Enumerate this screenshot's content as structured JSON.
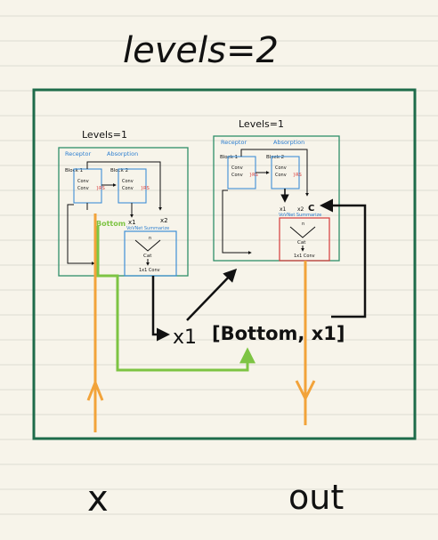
{
  "title": "levels=2",
  "outer_frame_color": "#1e6b4a",
  "paper_line_color": "#dcdbd3",
  "left_module": {
    "label": "Levels=1",
    "recept_label": "Receptor",
    "absorb_label": "Absorption",
    "block1": {
      "title": "Block 1",
      "lines": [
        "Conv",
        "Conv"
      ],
      "marker": "}RS"
    },
    "block2": {
      "title": "Block 2",
      "lines": [
        "Conv",
        "Conv"
      ],
      "marker": "}RS"
    },
    "bottom_label": "Bottom",
    "x1_label": "x1",
    "x2_label": "x2",
    "vsum_label": "VoVNet Summarize",
    "vsum_sub": "n",
    "cat_label": "Cat",
    "conv_label": "1x1 Conv"
  },
  "right_module": {
    "label": "Levels=1",
    "recept_label": "Receptor",
    "absorb_label": "Absorption",
    "block1": {
      "title": "Block 1",
      "lines": [
        "Conv",
        "Conv"
      ],
      "marker": "}RS"
    },
    "block2": {
      "title": "Block 2",
      "lines": [
        "Conv",
        "Conv"
      ],
      "marker": "}RS"
    },
    "x1_label": "x1",
    "x2_label": "x2",
    "c_label": "C",
    "vsum_label": "VoVNet Summarize",
    "vsum_sub": "n",
    "cat_label": "Cat",
    "conv_label": "1x1 Conv"
  },
  "mid_x1_label": "x1",
  "concat_label": "[Bottom, x1]",
  "input_label": "x",
  "output_label": "out",
  "colors": {
    "module": "#2f8f6a",
    "block": "#3f8fd6",
    "text_blue": "#2e7fd0",
    "orange": "#f2a33a",
    "green": "#7dc443",
    "red": "#d63a3a",
    "ink": "#111111"
  }
}
